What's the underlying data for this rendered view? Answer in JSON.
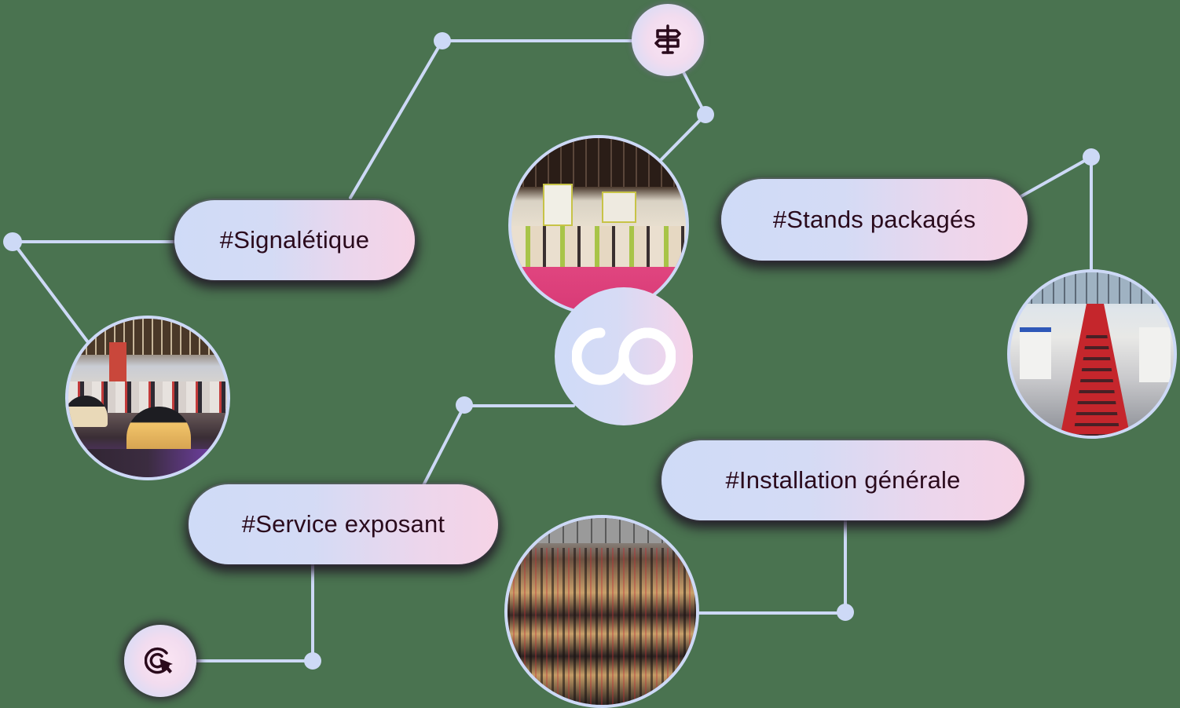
{
  "colors": {
    "background": "#4a7350",
    "connector": "#cdd9f6",
    "pill_gradient_start": "#cfdbf7",
    "pill_gradient_end": "#f6d3e6",
    "text": "#2a0a1c"
  },
  "center_logo": {
    "icon": "co-infinity-logo-icon"
  },
  "tags": [
    {
      "id": "signaletique",
      "label": "#Signalétique"
    },
    {
      "id": "stands",
      "label": "#Stands packagés"
    },
    {
      "id": "service",
      "label": "#Service exposant"
    },
    {
      "id": "installation",
      "label": "#Installation générale"
    }
  ],
  "icon_bubbles": [
    {
      "id": "signpost",
      "icon": "signpost-icon"
    },
    {
      "id": "click",
      "icon": "cursor-click-icon"
    }
  ],
  "photos": [
    {
      "id": "hall-pink-carpet",
      "subject": "exhibition hall with pink carpet and booths"
    },
    {
      "id": "hall-round-stands",
      "subject": "exhibition hall with round black-roof stands"
    },
    {
      "id": "hall-red-aisle",
      "subject": "crowded red carpet aisle in exhibition hall"
    },
    {
      "id": "hall-crowd-booths",
      "subject": "aerial view of crowded booth rows"
    }
  ]
}
